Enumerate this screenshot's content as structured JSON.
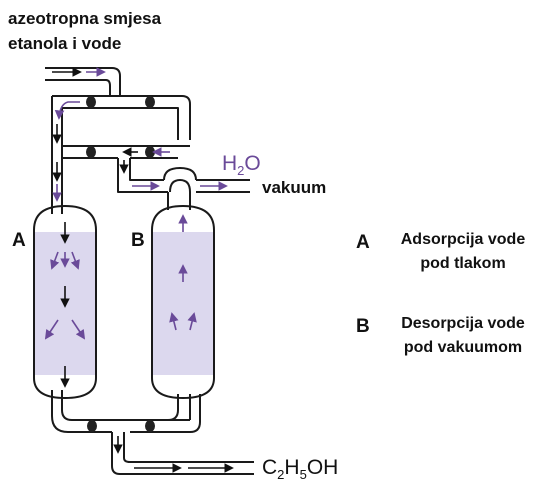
{
  "inlet": {
    "line1": "azeotropna smjesa",
    "line2": "etanola i vode"
  },
  "columns": {
    "a_letter": "A",
    "b_letter": "B"
  },
  "outputs": {
    "water": {
      "main": "H",
      "sub": "2",
      "tail": "O"
    },
    "vacuum": "vakuum",
    "product": {
      "p1": "C",
      "s1": "2",
      "p2": "H",
      "s2": "5",
      "p3": "OH"
    }
  },
  "legend": [
    {
      "letter": "A",
      "line1": "Adsorpcija vode",
      "line2": "pod tlakom"
    },
    {
      "letter": "B",
      "line1": "Desorpcija vode",
      "line2": "pod vakuumom"
    }
  ],
  "colors": {
    "pipe": "#1a1a1a",
    "fill": "#dcd8ee",
    "arrow_purple": "#6a4a99",
    "arrow_black": "#111111"
  }
}
